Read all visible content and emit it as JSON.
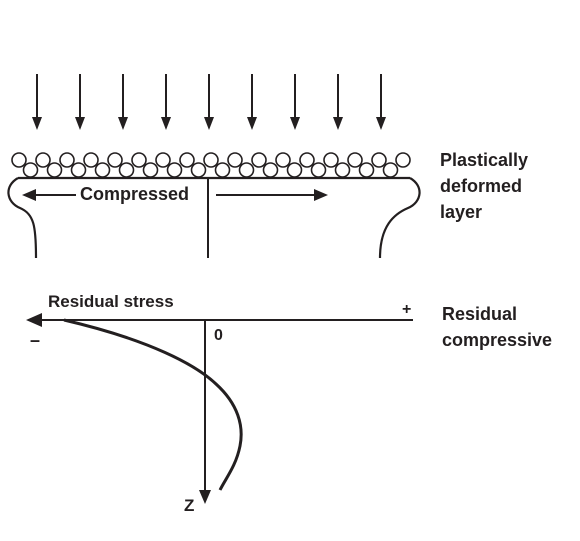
{
  "labels": {
    "compressed": "Compressed",
    "layer_line1": "Plastically",
    "layer_line2": "deformed",
    "layer_line3": "layer",
    "residual_stress": "Residual stress",
    "plus": "+",
    "minus": "–",
    "zero": "0",
    "residual_line1": "Residual",
    "residual_line2": "compressive",
    "z_axis": "Z"
  },
  "colors": {
    "ink": "#231f20",
    "shot": "#ffffff",
    "background": "#ffffff"
  },
  "shot_count": {
    "top_row": 17,
    "bottom_row": 16
  },
  "impact_arrow_count": 9
}
